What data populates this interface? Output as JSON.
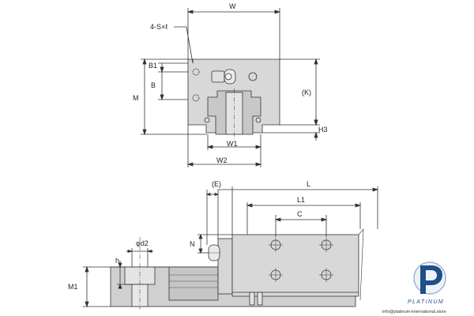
{
  "top_view": {
    "dimensions": {
      "w": "W",
      "hole_callout": "4-S×ℓ",
      "b1": "B1",
      "b": "B",
      "m": "M",
      "k": "(K)",
      "h3": "H3",
      "w1": "W1",
      "w2": "W2"
    }
  },
  "side_view": {
    "dimensions": {
      "e": "(E)",
      "l": "L",
      "l1": "L1",
      "c": "C",
      "n": "N",
      "d2": "φd2",
      "h": "h",
      "m1": "M1"
    }
  },
  "logo": {
    "name": "PLATINUM",
    "url": "info@platinum-international.store"
  },
  "colors": {
    "line": "#333333",
    "block_fill": "#d8d8d8",
    "rail_fill": "#c8c8c8",
    "logo_blue": "#1d4f8a",
    "logo_light": "#9fb4cc"
  }
}
